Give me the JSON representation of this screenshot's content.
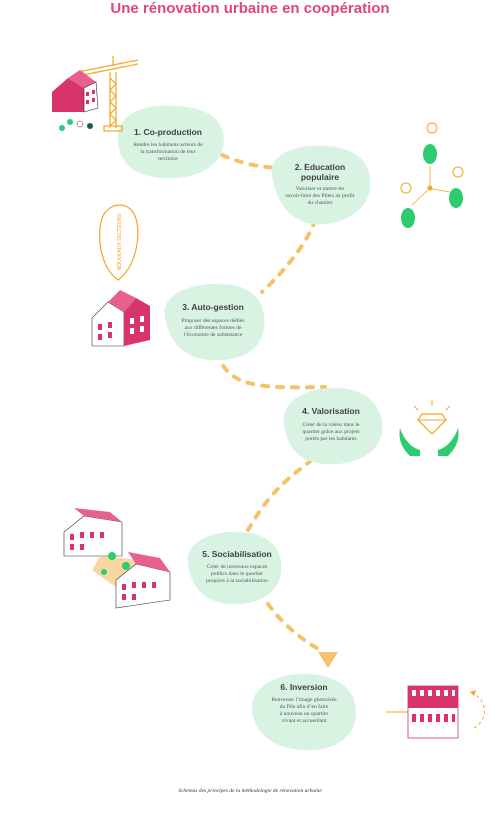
{
  "title": "Une rénovation urbaine en coopération",
  "caption": "Schémas des principes de la méthodologie de rénovation urbaine",
  "speech_bubble_text": "NOUVEAUX SECTEURS",
  "colors": {
    "title": "#e0457b",
    "blob": "#d8f3e2",
    "path": "#f5c26b",
    "house": "#d8336d",
    "figure": "#2ecc71",
    "step_text": "#3f3f3f"
  },
  "steps": [
    {
      "title": "1. Co-production",
      "desc": [
        "Rendre les habitants acteurs de",
        "la transformation de leur",
        "territoire"
      ]
    },
    {
      "title": "2. Education",
      "title2": "populaire",
      "desc": [
        "Valoriser et mettre les",
        "savoir-faire des Pilets au profit",
        "du chantier"
      ]
    },
    {
      "title": "3. Auto-gestion",
      "desc": [
        "Proposer des espaces dédiés",
        "aux différentes formes de",
        "l’économie de subsistance"
      ]
    },
    {
      "title": "4. Valorisation",
      "desc": [
        "Créer de la valeur dans le",
        "quartier grâce aux projets",
        "portés par les habitants"
      ]
    },
    {
      "title": "5. Sociabilisation",
      "desc": [
        "Créer de nouveaux espaces",
        "publics dans le quartier",
        "propices à la sociabilisation"
      ]
    },
    {
      "title": "6. Inversion",
      "desc": [
        "Renverser l’image ghettoïsée",
        "du Pile afin d’en faire",
        "à nouveau un quartier",
        "vivant et accueillant"
      ]
    }
  ],
  "icons": [
    "crane-house-icon",
    "lightbulb-people-icon",
    "speech-bubble-icon",
    "house-icon",
    "diamond-hands-icon",
    "houses-plaza-icon",
    "facade-icon"
  ]
}
